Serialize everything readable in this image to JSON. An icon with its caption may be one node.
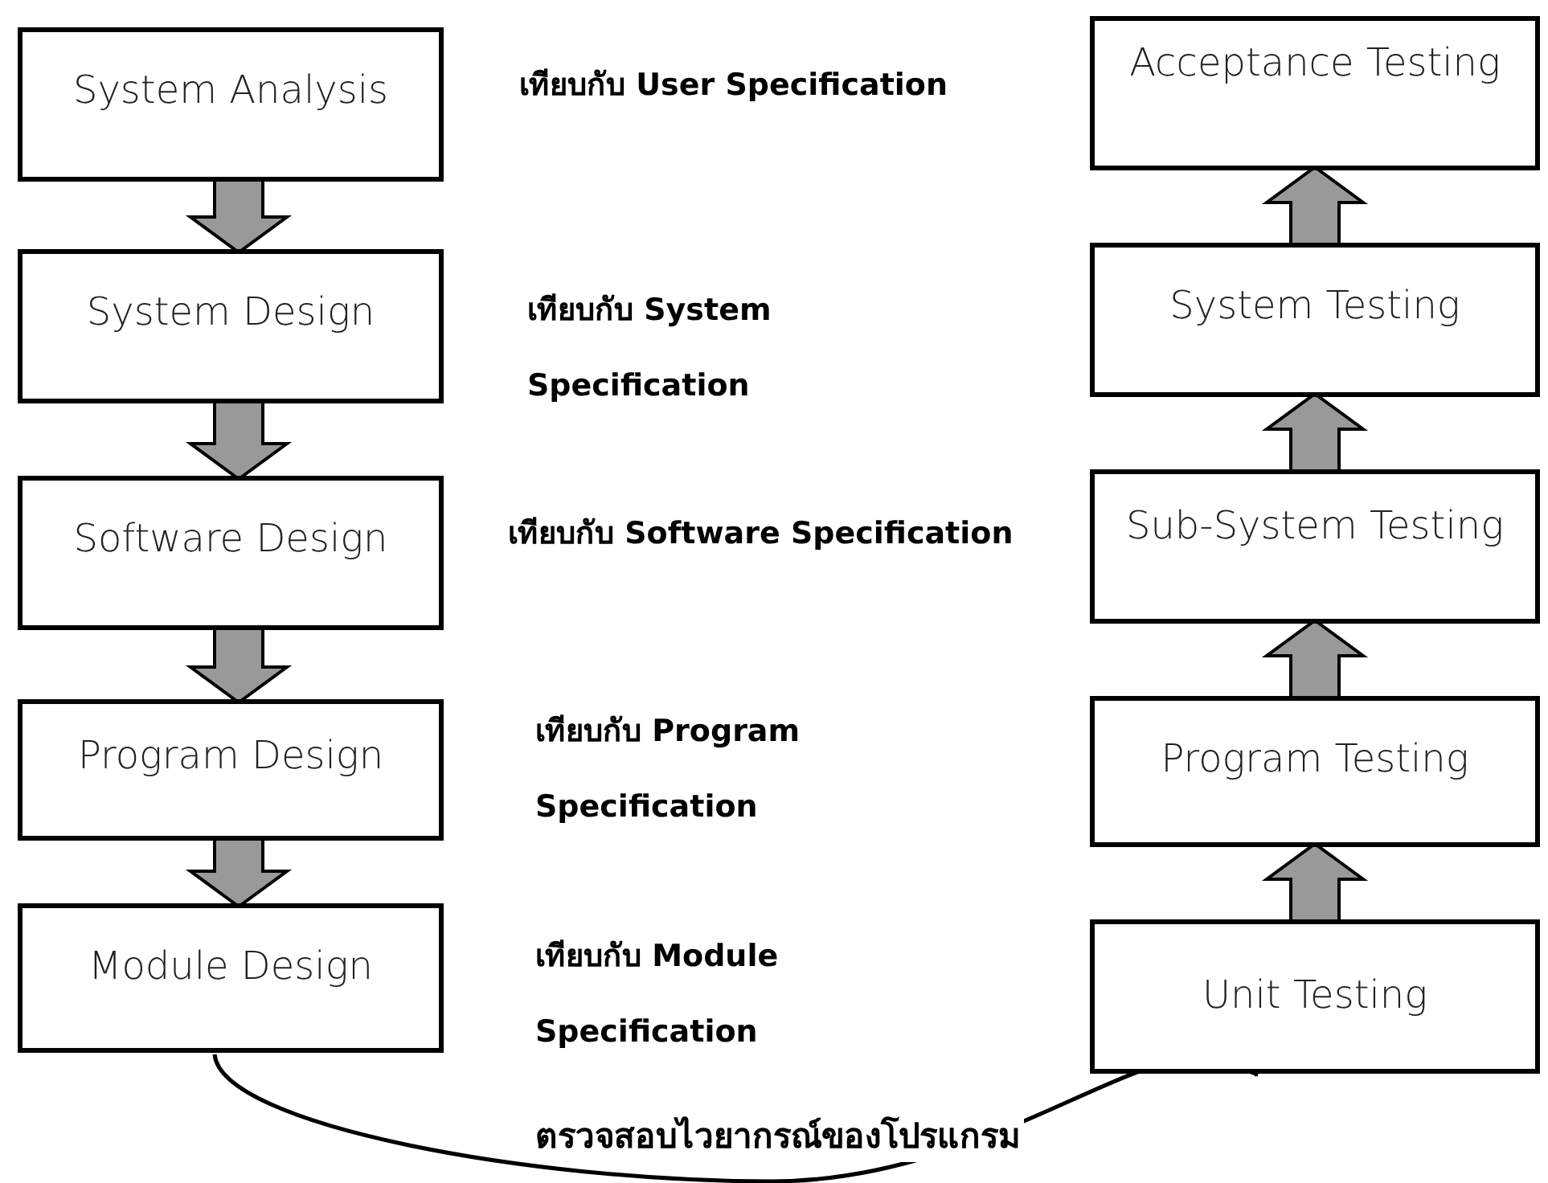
{
  "diagram": {
    "nodes": [
      {
        "text": [
          "System Analysis"
        ]
      },
      {
        "text": [
          "System Design"
        ]
      },
      {
        "text": [
          "Software Design"
        ]
      },
      {
        "text": [
          "Program Design"
        ]
      },
      {
        "text": [
          "Module Design"
        ]
      },
      {
        "text": [
          "Acceptance Testing"
        ]
      },
      {
        "text": [
          "System Testing"
        ]
      },
      {
        "text": [
          "Sub-System Testing"
        ]
      },
      {
        "text": [
          "Program Testing"
        ]
      },
      {
        "text": [
          "Unit Testing"
        ]
      }
    ],
    "edges": [
      {
        "from": 0,
        "to": 1,
        "arrow": "to"
      },
      {
        "from": 1,
        "to": 2,
        "arrow": "to"
      },
      {
        "from": 2,
        "to": 3,
        "arrow": "to"
      },
      {
        "from": 3,
        "to": 4,
        "arrow": "to"
      },
      {
        "from": 9,
        "to": 8,
        "arrow": "to"
      },
      {
        "from": 8,
        "to": 7,
        "arrow": "to"
      },
      {
        "from": 7,
        "to": 6,
        "arrow": "to"
      },
      {
        "from": 6,
        "to": 5,
        "arrow": "to"
      },
      {
        "from": 4,
        "to": 9,
        "arrow": "to",
        "label": "ตรวจสอบไวยากรณ์ของโปรแกรม"
      }
    ],
    "labels": [
      "เทียบกับ User Specification",
      "เทียบกับ System Specification",
      "เทียบกับ Software Specification",
      "เทียบกับ Program Specification",
      "เทียบกับ Module Specification"
    ]
  }
}
